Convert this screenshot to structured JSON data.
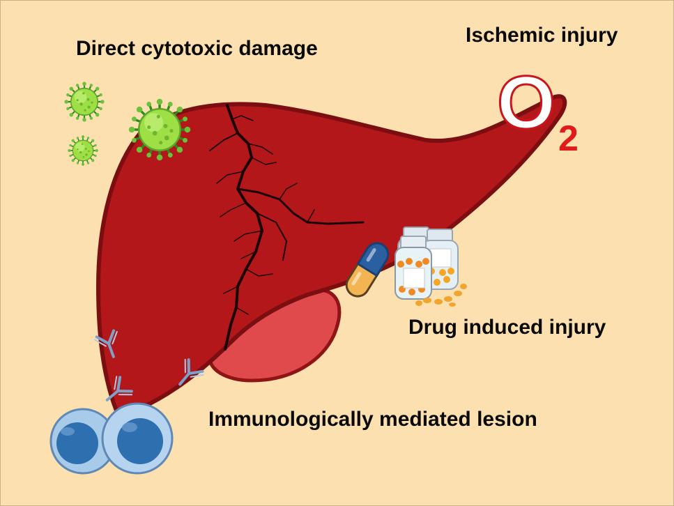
{
  "labels": {
    "direct_cytotoxic": "Direct cytotoxic damage",
    "ischemic": "Ischemic injury",
    "drug_induced": "Drug induced injury",
    "immunological": "Immunologically mediated lesion"
  },
  "oxygen": {
    "letter": "O",
    "subscript": "2"
  },
  "colors": {
    "background": "#fde0b0",
    "liver": "#b3171a",
    "liver_outline": "#7a0e10",
    "gallbladder": "#e04a4c",
    "virus": "#8fd63a",
    "cell": "#2e6fb0",
    "antibody": "#7fa0c8"
  },
  "icons": [
    "virus-icon",
    "oxygen-symbol",
    "capsule-icon",
    "pill-bottle-icon",
    "antibody-icon",
    "immune-cell-icon"
  ]
}
